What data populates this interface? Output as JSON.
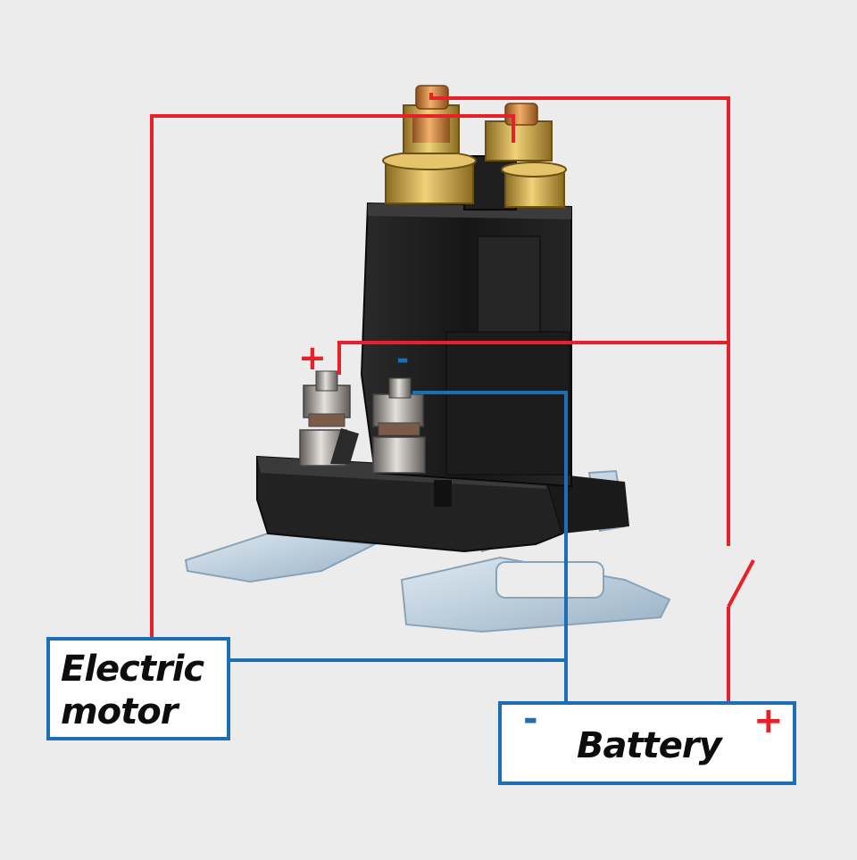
{
  "labels": {
    "motor": "Electric\nmotor",
    "battery": "Battery"
  },
  "signs": {
    "coil_positive": "+",
    "coil_negative": "-",
    "battery_negative": "-",
    "battery_positive": "+"
  },
  "colors": {
    "background": "#ececec",
    "positive_wire": "#e8202a",
    "negative_wire": "#1d6fb5",
    "label_border": "#1d6fb5",
    "relay_body": "#1b1b1b",
    "terminal_copper": "#c98b3c",
    "terminal_brass": "#c9a640",
    "terminal_steel": "#9a9a9a",
    "bracket": "#b9cbd8"
  },
  "icons": [
    "relay-solenoid-image",
    "switch-icon"
  ]
}
